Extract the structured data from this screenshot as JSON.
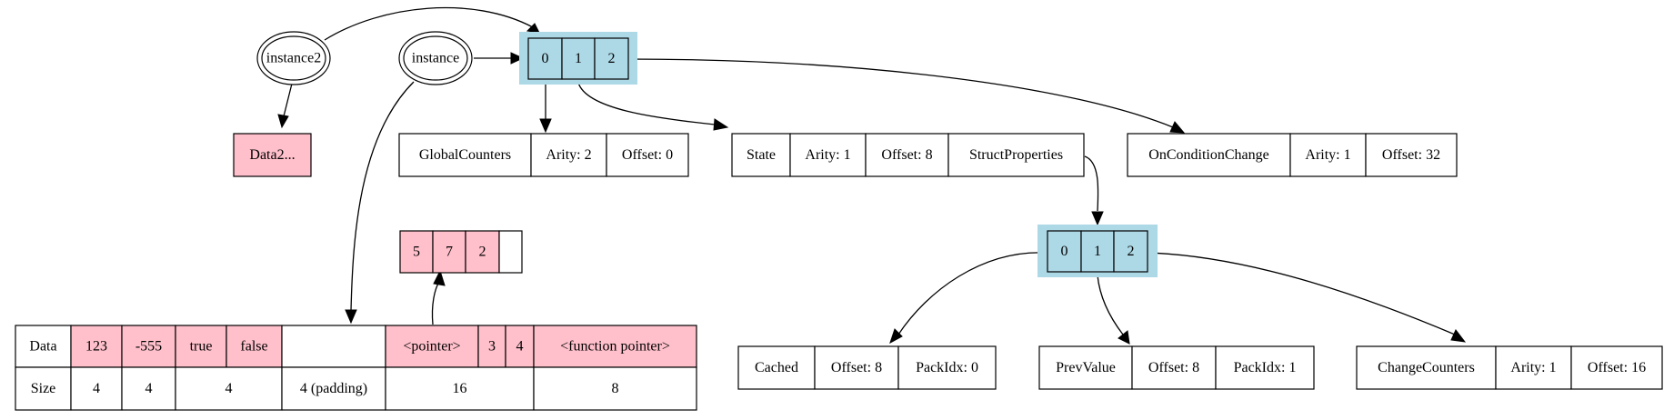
{
  "colors": {
    "cell_pink": "#ffc0cb",
    "array_blue": "#add8e6",
    "white": "#ffffff",
    "stroke": "#000000"
  },
  "nodes": {
    "instance2": "instance2",
    "instance": "instance",
    "data2": "Data2...",
    "top_array": [
      "0",
      "1",
      "2"
    ],
    "global_counters": {
      "name": "GlobalCounters",
      "arity": "Arity: 2",
      "offset": "Offset: 0"
    },
    "state": {
      "name": "State",
      "arity": "Arity: 1",
      "offset": "Offset: 8",
      "props": "StructProperties"
    },
    "on_condition_change": {
      "name": "OnConditionChange",
      "arity": "Arity: 1",
      "offset": "Offset: 32"
    },
    "pointer_target": [
      "5",
      "7",
      "2",
      ""
    ],
    "state_array": [
      "0",
      "1",
      "2"
    ],
    "cached": {
      "name": "Cached",
      "offset": "Offset: 8",
      "packidx": "PackIdx: 0"
    },
    "prev_value": {
      "name": "PrevValue",
      "offset": "Offset: 8",
      "packidx": "PackIdx: 1"
    },
    "change_counters": {
      "name": "ChangeCounters",
      "arity": "Arity: 1",
      "offset": "Offset: 16"
    }
  },
  "data_table": {
    "row_labels": [
      "Data",
      "Size"
    ],
    "data_cells": [
      "123",
      "-555",
      "true",
      "false",
      "",
      "<pointer>",
      "3",
      "4",
      "<function pointer>"
    ],
    "size_cells": [
      "4",
      "4",
      "4",
      "4 (padding)",
      "16",
      "8"
    ]
  }
}
